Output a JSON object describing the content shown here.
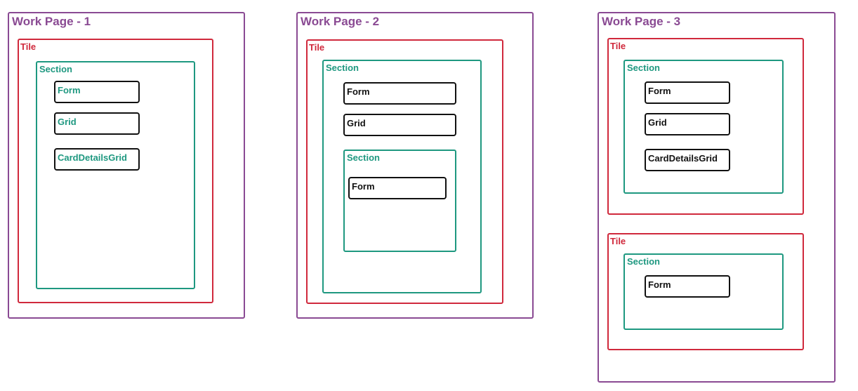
{
  "colors": {
    "work_page": "#8a4a93",
    "tile": "#d0293c",
    "section": "#1e9880",
    "component": "#111111"
  },
  "pages": [
    {
      "title": "Work Page - 1",
      "tiles": [
        {
          "label": "Tile",
          "sections": [
            {
              "label": "Section",
              "components": [
                "Form",
                "Grid",
                "CardDetailsGrid"
              ]
            }
          ]
        }
      ]
    },
    {
      "title": "Work Page - 2",
      "tiles": [
        {
          "label": "Tile",
          "sections": [
            {
              "label": "Section",
              "components": [
                "Form",
                "Grid"
              ],
              "sections": [
                {
                  "label": "Section",
                  "components": [
                    "Form"
                  ]
                }
              ]
            }
          ]
        }
      ]
    },
    {
      "title": "Work Page - 3",
      "tiles": [
        {
          "label": "Tile",
          "sections": [
            {
              "label": "Section",
              "components": [
                "Form",
                "Grid",
                "CardDetailsGrid"
              ]
            }
          ]
        },
        {
          "label": "Tile",
          "sections": [
            {
              "label": "Section",
              "components": [
                "Form"
              ]
            }
          ]
        }
      ]
    }
  ]
}
